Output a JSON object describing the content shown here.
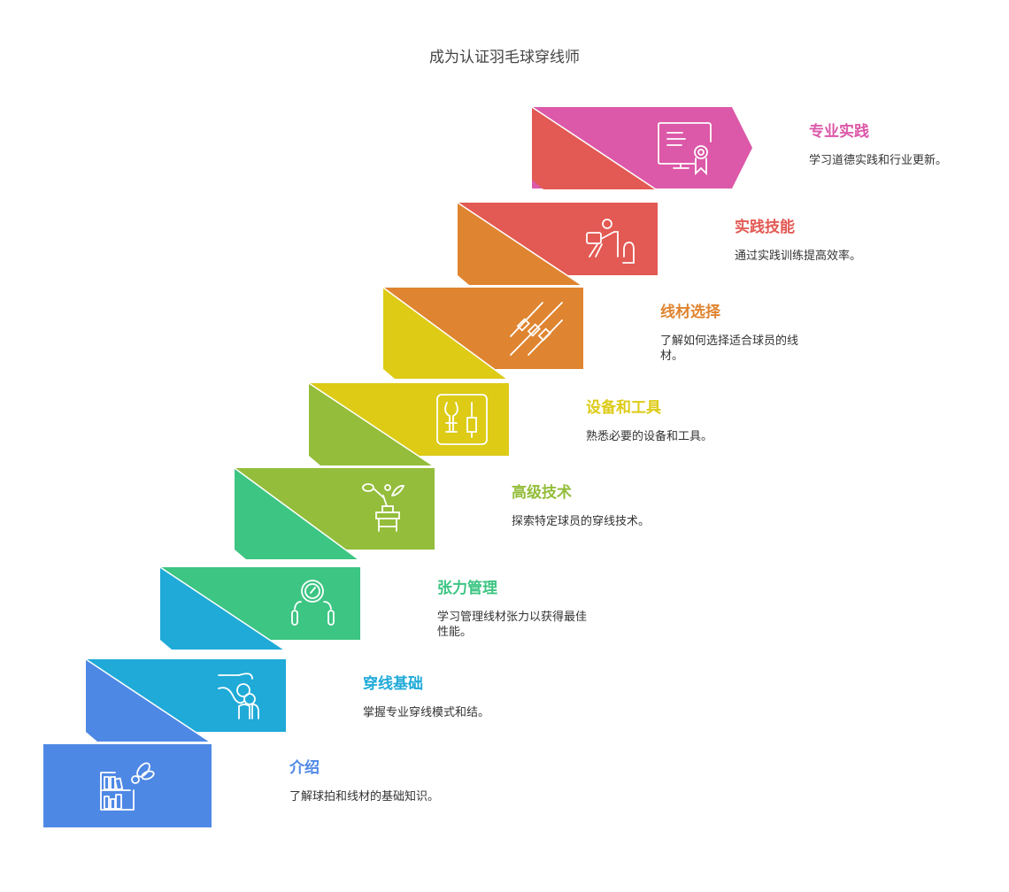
{
  "title": "成为认证羽毛球穿线师",
  "steps": [
    {
      "title": "介绍",
      "desc": "了解球拍和线材的基础知识。",
      "color": "#4E88E5",
      "icon": "bookshelf-shuttlecock-icon"
    },
    {
      "title": "穿线基础",
      "desc": "掌握专业穿线模式和结。",
      "color": "#1FAAD8",
      "icon": "hand-knot-icon"
    },
    {
      "title": "张力管理",
      "desc": "学习管理线材张力以获得最佳性能。",
      "color": "#3DC583",
      "icon": "tension-gauge-icon"
    },
    {
      "title": "高级技术",
      "desc": "探索特定球员的穿线技术。",
      "color": "#93BD3A",
      "icon": "player-podium-icon"
    },
    {
      "title": "设备和工具",
      "desc": "熟悉必要的设备和工具。",
      "color": "#DDCB16",
      "icon": "wrench-screwdriver-icon"
    },
    {
      "title": "线材选择",
      "desc": "了解如何选择适合球员的线材。",
      "color": "#DF8430",
      "icon": "string-resistors-icon"
    },
    {
      "title": "实践技能",
      "desc": "通过实践训练提高效率。",
      "color": "#E35953",
      "icon": "person-laptop-icon"
    },
    {
      "title": "专业实践",
      "desc": "学习道德实践和行业更新。",
      "color": "#DC58A8",
      "icon": "certificate-icon"
    }
  ]
}
